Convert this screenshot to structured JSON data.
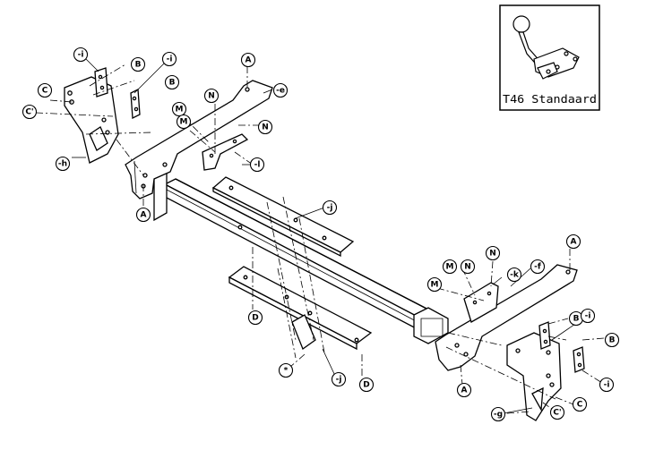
{
  "inset": {
    "label": "T46 Standaard"
  },
  "callouts": [
    {
      "id": "c1",
      "text": "-i"
    },
    {
      "id": "c2",
      "text": "B"
    },
    {
      "id": "c3",
      "text": "-i"
    },
    {
      "id": "c4",
      "text": "B"
    },
    {
      "id": "c5",
      "text": "C"
    },
    {
      "id": "c6",
      "text": "C'"
    },
    {
      "id": "c7",
      "text": "-h"
    },
    {
      "id": "c8",
      "text": "A"
    },
    {
      "id": "c9",
      "text": "-e"
    },
    {
      "id": "c10",
      "text": "N"
    },
    {
      "id": "c11",
      "text": "M"
    },
    {
      "id": "c12",
      "text": "M"
    },
    {
      "id": "c13",
      "text": "N"
    },
    {
      "id": "c14",
      "text": "-l"
    },
    {
      "id": "c15",
      "text": "A"
    },
    {
      "id": "c16",
      "text": "-j"
    },
    {
      "id": "c17",
      "text": "D"
    },
    {
      "id": "c18",
      "text": "*"
    },
    {
      "id": "c19",
      "text": "-j"
    },
    {
      "id": "c20",
      "text": "D"
    },
    {
      "id": "c21",
      "text": "A"
    },
    {
      "id": "c22",
      "text": "N"
    },
    {
      "id": "c23",
      "text": "M"
    },
    {
      "id": "c24",
      "text": "N"
    },
    {
      "id": "c25",
      "text": "M"
    },
    {
      "id": "c26",
      "text": "-k"
    },
    {
      "id": "c27",
      "text": "-f"
    },
    {
      "id": "c28",
      "text": "B"
    },
    {
      "id": "c29",
      "text": "-i"
    },
    {
      "id": "c30",
      "text": "B"
    },
    {
      "id": "c31",
      "text": "-i"
    },
    {
      "id": "c32",
      "text": "A"
    },
    {
      "id": "c33",
      "text": "C"
    },
    {
      "id": "c34",
      "text": "C'"
    },
    {
      "id": "c35",
      "text": "-g"
    }
  ]
}
